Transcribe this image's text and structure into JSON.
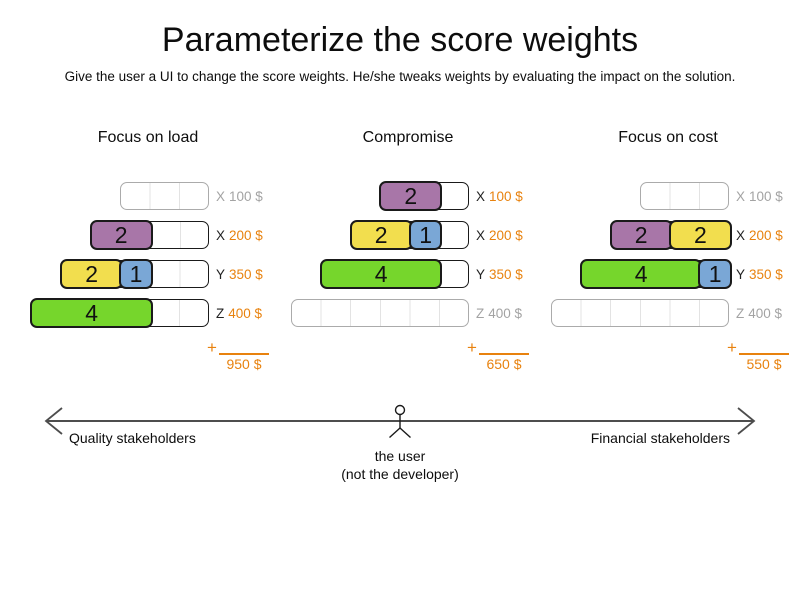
{
  "title": "Parameterize the score weights",
  "subtitle": "Give the user a UI to change the score weights. He/she tweaks weights by evaluating the impact on the solution.",
  "plus_sign": "+",
  "colors": {
    "purple": "#a876a8",
    "yellow": "#f2de4e",
    "blue": "#7aa7d6",
    "green": "#76d62c",
    "orange": "#e8820e",
    "inactive": "#a3a3a3",
    "grid": "#e3e3e3",
    "ink": "#1a1a1a",
    "axis": "#4d4d4d"
  },
  "scenarios": [
    {
      "name": "Focus on load",
      "total": "950 $",
      "rows": [
        {
          "letter": "X",
          "price": "100 $",
          "units": 3,
          "blocks": []
        },
        {
          "letter": "X",
          "price": "200 $",
          "units": 4,
          "blocks": [
            {
              "value": 2,
              "color": "purple"
            }
          ]
        },
        {
          "letter": "Y",
          "price": "350 $",
          "units": 5,
          "blocks": [
            {
              "value": 2,
              "color": "yellow"
            },
            {
              "value": 1,
              "color": "blue"
            }
          ]
        },
        {
          "letter": "Z",
          "price": "400 $",
          "units": 6,
          "blocks": [
            {
              "value": 4,
              "color": "green"
            }
          ]
        }
      ]
    },
    {
      "name": "Compromise",
      "total": "650 $",
      "rows": [
        {
          "letter": "X",
          "price": "100 $",
          "units": 3,
          "blocks": [
            {
              "value": 2,
              "color": "purple"
            }
          ]
        },
        {
          "letter": "X",
          "price": "200 $",
          "units": 4,
          "blocks": [
            {
              "value": 2,
              "color": "yellow"
            },
            {
              "value": 1,
              "color": "blue"
            }
          ]
        },
        {
          "letter": "Y",
          "price": "350 $",
          "units": 5,
          "blocks": [
            {
              "value": 4,
              "color": "green"
            }
          ]
        },
        {
          "letter": "Z",
          "price": "400 $",
          "units": 6,
          "blocks": []
        }
      ]
    },
    {
      "name": "Focus on cost",
      "total": "550 $",
      "rows": [
        {
          "letter": "X",
          "price": "100 $",
          "units": 3,
          "blocks": []
        },
        {
          "letter": "X",
          "price": "200 $",
          "units": 4,
          "blocks": [
            {
              "value": 2,
              "color": "purple"
            },
            {
              "value": 2,
              "color": "yellow"
            }
          ]
        },
        {
          "letter": "Y",
          "price": "350 $",
          "units": 5,
          "blocks": [
            {
              "value": 4,
              "color": "green"
            },
            {
              "value": 1,
              "color": "blue"
            }
          ]
        },
        {
          "letter": "Z",
          "price": "400 $",
          "units": 6,
          "blocks": []
        }
      ]
    }
  ],
  "axis": {
    "left_label": "Quality stakeholders",
    "right_label": "Financial stakeholders",
    "user_label": "the user",
    "user_sublabel": "(not the developer)"
  }
}
